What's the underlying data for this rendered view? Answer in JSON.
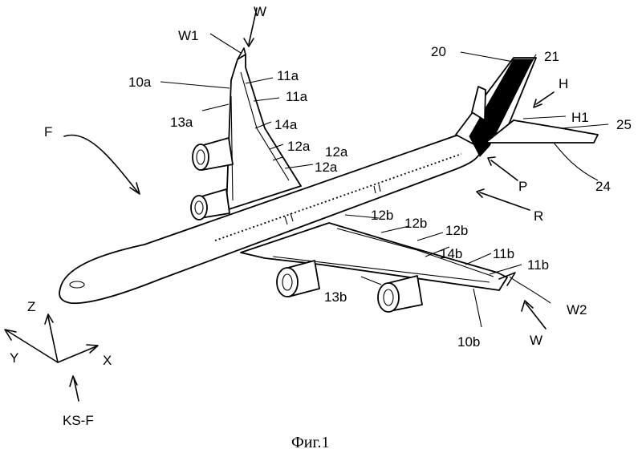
{
  "labels": {
    "W_top": "W",
    "W1": "W1",
    "a10": "10a",
    "a11_1": "11a",
    "a11_2": "11a",
    "a13": "13a",
    "a14": "14a",
    "a12_1": "12a",
    "a12_2": "12a",
    "a12_3": "12a",
    "F": "F",
    "n20": "20",
    "n21": "21",
    "H": "H",
    "H1": "H1",
    "n25": "25",
    "P": "P",
    "n24": "24",
    "R": "R",
    "b12_1": "12b",
    "b12_2": "12b",
    "b12_3": "12b",
    "b14": "14b",
    "b11_1": "11b",
    "b11_2": "11b",
    "b13": "13b",
    "W2": "W2",
    "b10": "10b",
    "W_bottom": "W",
    "Z": "Z",
    "Y": "Y",
    "X": "X",
    "KSF": "KS-F"
  },
  "caption": "Фиг.1"
}
